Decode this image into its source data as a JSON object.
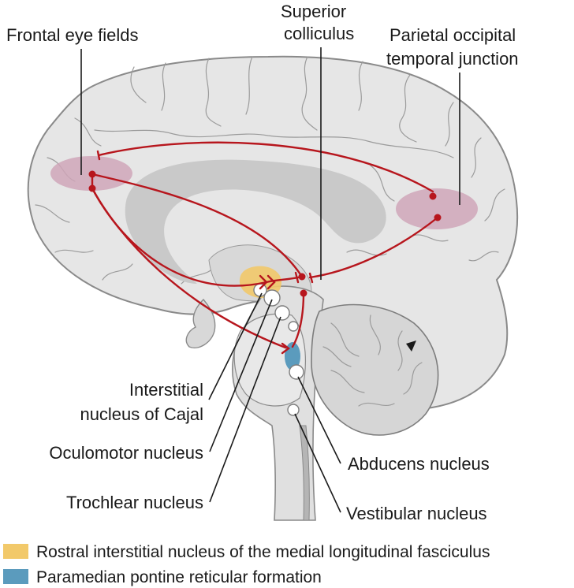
{
  "labels": {
    "frontal_eye_fields": "Frontal eye fields",
    "superior_colliculus_1": "Superior",
    "superior_colliculus_2": "colliculus",
    "parietal_1": "Parietal occipital",
    "parietal_2": "temporal junction",
    "cajal_1": "Interstitial",
    "cajal_2": "nucleus of Cajal",
    "oculomotor": "Oculomotor nucleus",
    "trochlear": "Trochlear nucleus",
    "abducens": "Abducens nucleus",
    "vestibular": "Vestibular nucleus"
  },
  "legend": [
    {
      "label": "Rostral interstitial nucleus of the medial longitudinal fasciculus",
      "color": "#f2c96a"
    },
    {
      "label": "Paramedian pontine reticular formation",
      "color": "#5b9bbd"
    }
  ],
  "colors": {
    "pathway": "#b7161d",
    "brain_fill": "#e6e6e6",
    "brain_outline": "#8a8a8a",
    "inner_structure": "#c9c9c9",
    "region_highlight": "#cfa6b8"
  }
}
